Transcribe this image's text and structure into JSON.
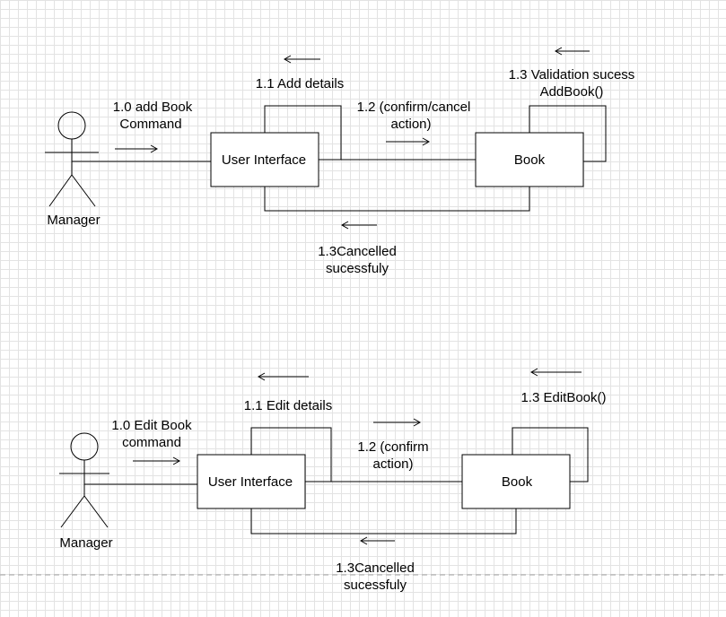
{
  "colors": {
    "stroke": "#000000",
    "grid": "#e3e3e3",
    "background": "#ffffff"
  },
  "diagrams": [
    {
      "actor": "Manager",
      "ui_label": "User Interface",
      "book_label": "Book",
      "msg_command": [
        "1.0 add Book",
        "Command"
      ],
      "msg_details": "1.1 Add details",
      "msg_confirm": [
        "1.2 (confirm/cancel",
        "action)"
      ],
      "msg_self": [
        "1.3 Validation sucess",
        "AddBook()"
      ],
      "msg_cancelled": [
        "1.3Cancelled",
        "sucessfuly"
      ]
    },
    {
      "actor": "Manager",
      "ui_label": "User Interface",
      "book_label": "Book",
      "msg_command": [
        "1.0 Edit Book",
        "command"
      ],
      "msg_details": "1.1 Edit details",
      "msg_confirm": [
        "1.2 (confirm",
        "action)"
      ],
      "msg_self": [
        "1.3 EditBook()"
      ],
      "msg_cancelled": [
        "1.3Cancelled",
        "sucessfuly"
      ]
    }
  ]
}
